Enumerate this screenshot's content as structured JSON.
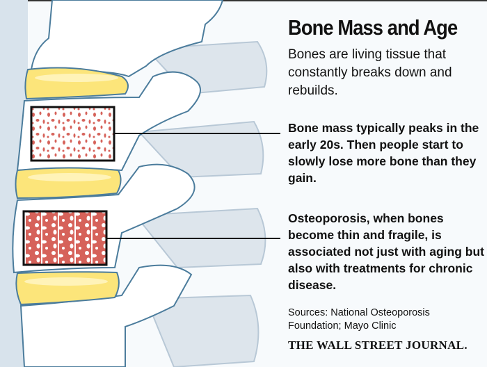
{
  "title": "Bone Mass and Age",
  "intro": "Bones are living tissue that constantly breaks down and rebuilds.",
  "bone_mass": {
    "lead": "Bone mass",
    "text": " typically peaks in the early 20s. Then people start to slowly lose more bone than they gain."
  },
  "osteoporosis": {
    "lead": "Osteoporosis,",
    "text": " when bones become thin and fragile, is associated not just with aging but also with treatments for chronic disease."
  },
  "sources": "Sources: National Osteoporosis Foundation; Mayo Clinic",
  "publisher": "THE WALL STREET JOURNAL.",
  "colors": {
    "bone_outline": "#4b7c9c",
    "disc": "#fce57a",
    "bone_tissue": "#d6625a",
    "spine_bg": "#d8e3ec"
  }
}
